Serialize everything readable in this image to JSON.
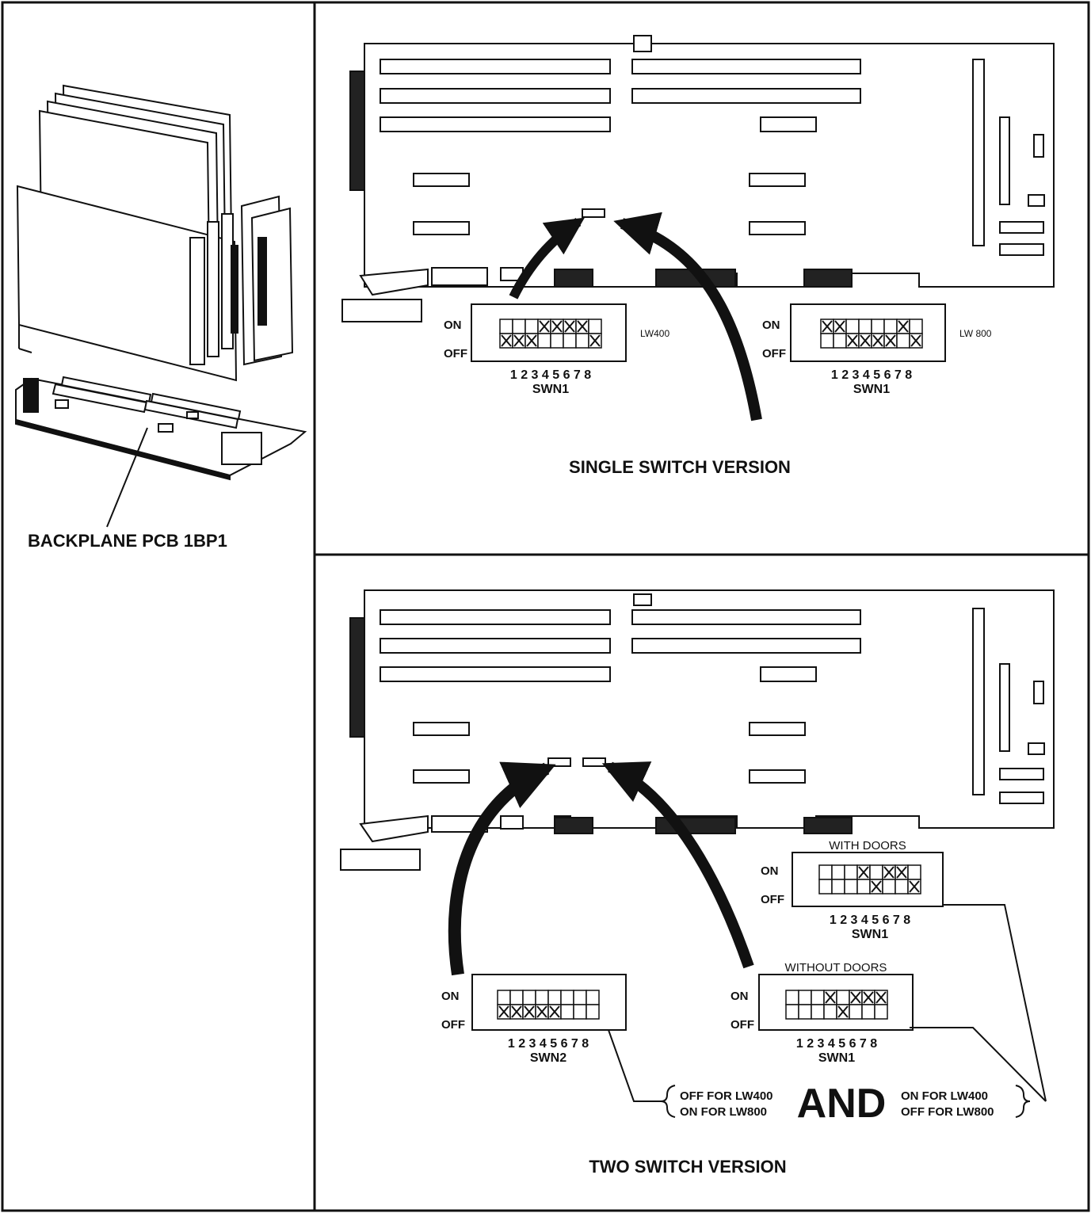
{
  "left_panel": {
    "backplane_label": "BACKPLANE PCB 1BP1"
  },
  "top_panel": {
    "title": "SINGLE SWITCH VERSION",
    "switch_a": {
      "on": "ON",
      "off": "OFF",
      "tag": "LW400",
      "numbers": "1 2 3 4 5 6 7 8",
      "name": "SWN1",
      "on_pattern": [
        0,
        0,
        0,
        1,
        1,
        1,
        1,
        0
      ],
      "off_pattern": [
        1,
        1,
        1,
        0,
        0,
        0,
        0,
        1
      ]
    },
    "switch_b": {
      "on": "ON",
      "off": "OFF",
      "tag": "LW 800",
      "numbers": "1 2 3 4 5 6 7 8",
      "name": "SWN1",
      "on_pattern": [
        1,
        1,
        0,
        0,
        0,
        0,
        1,
        0
      ],
      "off_pattern": [
        0,
        0,
        1,
        1,
        1,
        1,
        0,
        1
      ]
    }
  },
  "bottom_panel": {
    "title": "TWO SWITCH VERSION",
    "with_doors": {
      "heading": "WITH DOORS",
      "on": "ON",
      "off": "OFF",
      "numbers": "1 2 3 4 5 6 7 8",
      "name": "SWN1",
      "on_pattern": [
        0,
        0,
        0,
        1,
        0,
        1,
        1,
        0
      ],
      "off_pattern": [
        0,
        0,
        0,
        0,
        1,
        0,
        0,
        1
      ]
    },
    "without_doors": {
      "heading": "WITHOUT DOORS",
      "on": "ON",
      "off": "OFF",
      "numbers": "1 2 3 4 5 6 7 8",
      "name": "SWN1",
      "on_pattern": [
        0,
        0,
        0,
        1,
        0,
        1,
        1,
        1
      ],
      "off_pattern": [
        0,
        0,
        0,
        0,
        1,
        0,
        0,
        0
      ]
    },
    "swn2": {
      "on": "ON",
      "off": "OFF",
      "numbers": "1 2 3 4 5 6 7 8",
      "name": "SWN2",
      "on_pattern": [
        0,
        0,
        0,
        0,
        0,
        0,
        0,
        0
      ],
      "off_pattern": [
        1,
        1,
        1,
        1,
        1,
        0,
        0,
        0
      ]
    },
    "note_left_1": "OFF FOR LW400",
    "note_left_2": "ON FOR LW800",
    "and_word": "AND",
    "note_right_1": "ON FOR LW400",
    "note_right_2": "OFF FOR LW800"
  }
}
